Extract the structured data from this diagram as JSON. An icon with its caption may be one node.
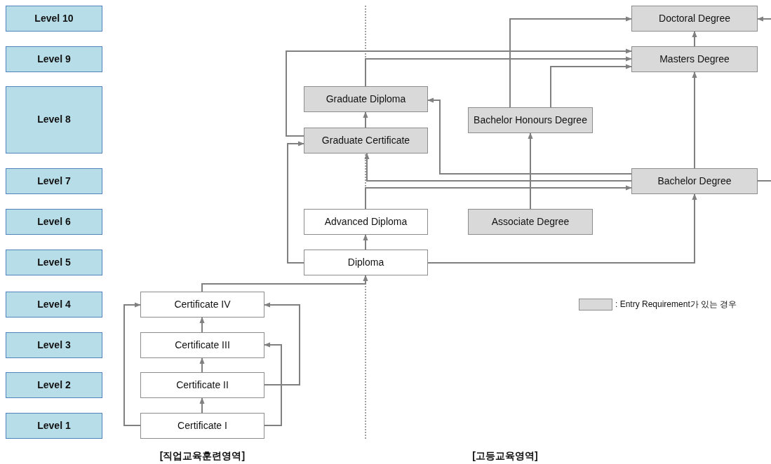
{
  "diagram": {
    "nodes": [
      {
        "text": [
          "Level 10"
        ]
      },
      {
        "text": [
          "Level 9"
        ]
      },
      {
        "text": [
          "Level 8"
        ]
      },
      {
        "text": [
          "Level 7"
        ]
      },
      {
        "text": [
          "Level 6"
        ]
      },
      {
        "text": [
          "Level 5"
        ]
      },
      {
        "text": [
          "Level 4"
        ]
      },
      {
        "text": [
          "Level 3"
        ]
      },
      {
        "text": [
          "Level 2"
        ]
      },
      {
        "text": [
          "Level 1"
        ]
      },
      {
        "text": [
          "Doctoral Degree"
        ]
      },
      {
        "text": [
          "Masters Degree"
        ]
      },
      {
        "text": [
          "Graduate Diploma"
        ]
      },
      {
        "text": [
          "Bachelor Honours Degree"
        ]
      },
      {
        "text": [
          "Graduate Certificate"
        ]
      },
      {
        "text": [
          "Bachelor Degree"
        ]
      },
      {
        "text": [
          "Advanced Diploma"
        ]
      },
      {
        "text": [
          "Associate Degree"
        ]
      },
      {
        "text": [
          "Diploma"
        ]
      },
      {
        "text": [
          "Certificate IV"
        ]
      },
      {
        "text": [
          "Certificate III"
        ]
      },
      {
        "text": [
          "Certificate II"
        ]
      },
      {
        "text": [
          "Certificate I"
        ]
      }
    ],
    "edges": [
      {
        "from": 22,
        "to": 21,
        "arrow": "to"
      },
      {
        "from": 21,
        "to": 20,
        "arrow": "to"
      },
      {
        "from": 20,
        "to": 19,
        "arrow": "to"
      },
      {
        "from": 22,
        "to": 19,
        "arrow": "to"
      },
      {
        "from": 21,
        "to": 19,
        "arrow": "to"
      },
      {
        "from": 22,
        "to": 20,
        "arrow": "to"
      },
      {
        "from": 19,
        "to": 18,
        "arrow": "to"
      },
      {
        "from": 18,
        "to": 16,
        "arrow": "to"
      },
      {
        "from": 18,
        "to": 15,
        "arrow": "to"
      },
      {
        "from": 18,
        "to": 14,
        "arrow": "to"
      },
      {
        "from": 16,
        "to": 15,
        "arrow": "to"
      },
      {
        "from": 15,
        "to": 14,
        "arrow": "to"
      },
      {
        "from": 15,
        "to": 12,
        "arrow": "to"
      },
      {
        "from": 14,
        "to": 12,
        "arrow": "to"
      },
      {
        "from": 14,
        "to": 11,
        "arrow": "to"
      },
      {
        "from": 12,
        "to": 11,
        "arrow": "to"
      },
      {
        "from": 13,
        "to": 10,
        "arrow": "to"
      },
      {
        "from": 13,
        "to": 11,
        "arrow": "to"
      },
      {
        "from": 17,
        "to": 13,
        "arrow": "to"
      },
      {
        "from": 15,
        "to": 11,
        "arrow": "to"
      },
      {
        "from": 11,
        "to": 10,
        "arrow": "to"
      },
      {
        "from": 15,
        "to": null,
        "arrow": "none"
      },
      {
        "from": null,
        "to": 10,
        "arrow": "to"
      }
    ],
    "labels": [
      "[직업교육훈련영역]",
      "[고등교육영역]"
    ],
    "legend": [
      {
        "text": ": Entry Requirement가 있는 경우",
        "color": "#d9d9d9"
      }
    ]
  }
}
